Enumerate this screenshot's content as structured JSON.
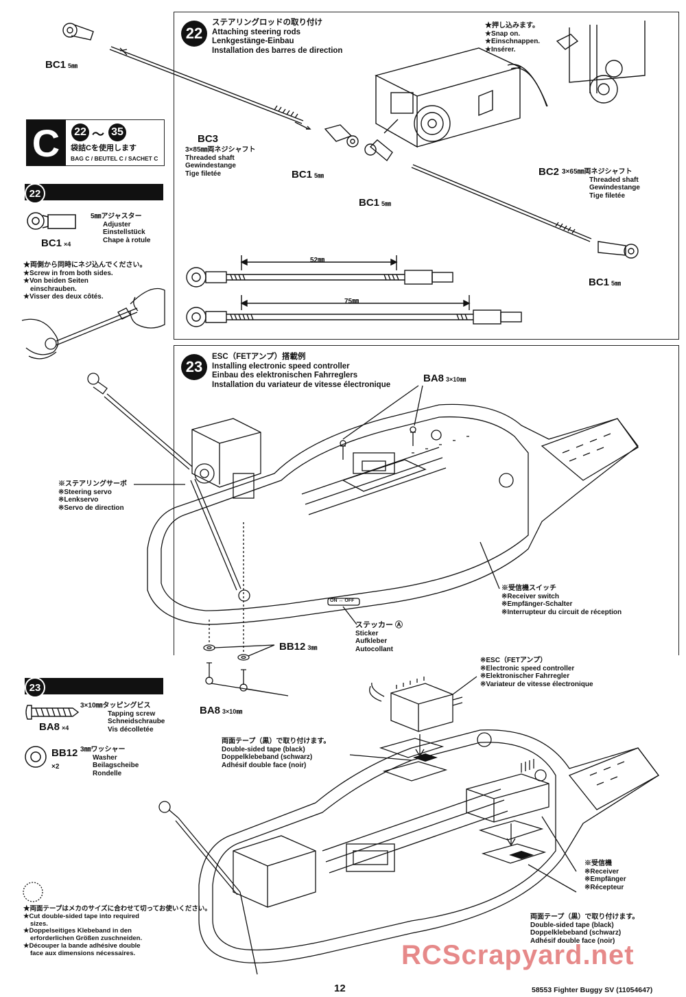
{
  "step22": {
    "number": "22",
    "title_ja": "ステアリングロッドの取り付け",
    "title_en": "Attaching steering rods",
    "title_de": "Lenkgestänge-Einbau",
    "title_fr": "Installation des barres de direction",
    "snap_ja": "★押し込みます。",
    "snap_en": "★Snap on.",
    "snap_de": "★Einschnappen.",
    "snap_fr": "★Insérer.",
    "bc1": "BC1",
    "bc1_size": "5㎜",
    "bc3": "BC3",
    "bc3_spec": "3×85㎜両ネジシャフト",
    "bc3_en": "Threaded shaft",
    "bc3_de": "Gewindestange",
    "bc3_fr": "Tige filetée",
    "bc2": "BC2",
    "bc2_spec": "3×65㎜両ネジシャフト",
    "bc2_en": "Threaded shaft",
    "bc2_de": "Gewindestange",
    "bc2_fr": "Tige filetée",
    "dim_short": "52㎜",
    "dim_long": "75㎜"
  },
  "bagC": {
    "letter": "C",
    "range_from": "22",
    "range_sep": "～",
    "range_to": "35",
    "use_ja": "袋詰Cを使用します",
    "use_multi": "BAG C / BEUTEL C / SACHET C"
  },
  "parts22": {
    "number": "22",
    "item_spec": "5㎜アジャスター",
    "item_en": "Adjuster",
    "item_de": "Einstellstück",
    "item_fr": "Chape à rotule",
    "item_code": "BC1",
    "item_qty": "×4",
    "note_ja": "★両側から同時にネジ込んでください。",
    "note_en": "★Screw in from both sides.",
    "note_de1": "★Von beiden Seiten",
    "note_de2": "einschrauben.",
    "note_fr": "★Visser des deux côtés."
  },
  "step23": {
    "number": "23",
    "title_ja": "ESC（FETアンプ）搭載例",
    "title_en": "Installing electronic speed controller",
    "title_de": "Einbau des elektronischen Fahrreglers",
    "title_fr": "Installation du variateur de vitesse électronique",
    "ba8_top": "BA8",
    "ba8_top_size": "3×10㎜",
    "servo_ja": "※ステアリングサーボ",
    "servo_en": "※Steering servo",
    "servo_de": "※Lenkservo",
    "servo_fr": "※Servo de direction",
    "rx_switch_ja": "※受信機スイッチ",
    "rx_switch_en": "※Receiver switch",
    "rx_switch_de": "※Empfänger-Schalter",
    "rx_switch_fr": "※Interrupteur du circuit de réception",
    "sticker_ja": "ステッカー Ⓐ",
    "sticker_en": "Sticker",
    "sticker_de": "Aufkleber",
    "sticker_fr": "Autocollant",
    "sticker_text": "ON ↔ OFF",
    "bb12": "BB12",
    "bb12_size": "3㎜",
    "ba8_bottom": "BA8",
    "ba8_bottom_size": "3×10㎜",
    "esc_ja": "※ESC（FETアンプ）",
    "esc_en": "※Electronic speed controller",
    "esc_de": "※Elektronischer Fahrregler",
    "esc_fr": "※Variateur de vitesse électronique",
    "tape1_ja": "両面テープ（黒）で取り付けます。",
    "tape1_en": "Double-sided tape (black)",
    "tape1_de": "Doppelklebeband (schwarz)",
    "tape1_fr": "Adhésif double face (noir)",
    "receiver_ja": "※受信機",
    "receiver_en": "※Receiver",
    "receiver_de": "※Empfänger",
    "receiver_fr": "※Récepteur",
    "tape2_ja": "両面テープ（黒）で取り付けます。",
    "tape2_en": "Double-sided tape (black)",
    "tape2_de": "Doppelklebeband (schwarz)",
    "tape2_fr": "Adhésif double face (noir)"
  },
  "parts23": {
    "number": "23",
    "ba8_spec": "3×10㎜タッピングビス",
    "ba8_en": "Tapping screw",
    "ba8_de": "Schneidschraube",
    "ba8_fr": "Vis décolletée",
    "ba8_code": "BA8",
    "ba8_qty": "×4",
    "bb12_spec": "3㎜ワッシャー",
    "bb12_en": "Washer",
    "bb12_de": "Beilagscheibe",
    "bb12_fr": "Rondelle",
    "bb12_code": "BB12",
    "bb12_qty": "×2"
  },
  "tape_note": {
    "ja": "★両面テープはメカのサイズに合わせて切ってお使いください。",
    "en1": "★Cut double-sided tape into required",
    "en2": "sizes.",
    "de1": "★Doppelseitiges Klebeband in den",
    "de2": "erforderlichen Größen zuschneiden.",
    "fr1": "★Découper la bande adhésive double",
    "fr2": "face aux dimensions nécessaires."
  },
  "footer": {
    "page": "12",
    "product": "58553 Fighter Buggy SV (11054647)",
    "watermark": "RCScrapyard.net"
  }
}
